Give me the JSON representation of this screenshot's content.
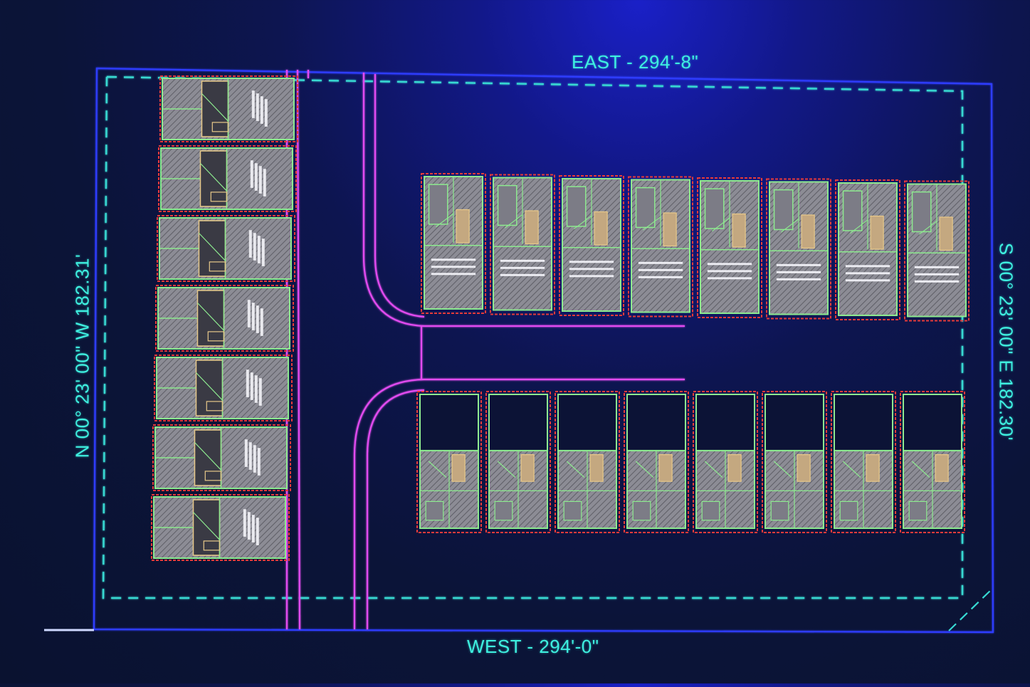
{
  "labels": {
    "east": "EAST - 294'-8\"",
    "west": "WEST - 294'-0\"",
    "north": "N 00° 23' 00\" W  182.31'",
    "south": "S 00° 23' 00\" E  182.30'"
  },
  "colors": {
    "property_line": "#2f3cff",
    "setback_line": "#37d9d2",
    "road": "#e24cf0",
    "lot_outline": "#e53a3a",
    "unit_outline": "#8dea8f",
    "unit_fill": "#8f8f97",
    "interior_detail": "#e8c98a",
    "label": "#3ef0e0"
  },
  "site": {
    "west_row_units": 7,
    "north_row_units": 8,
    "south_row_units": 8
  }
}
